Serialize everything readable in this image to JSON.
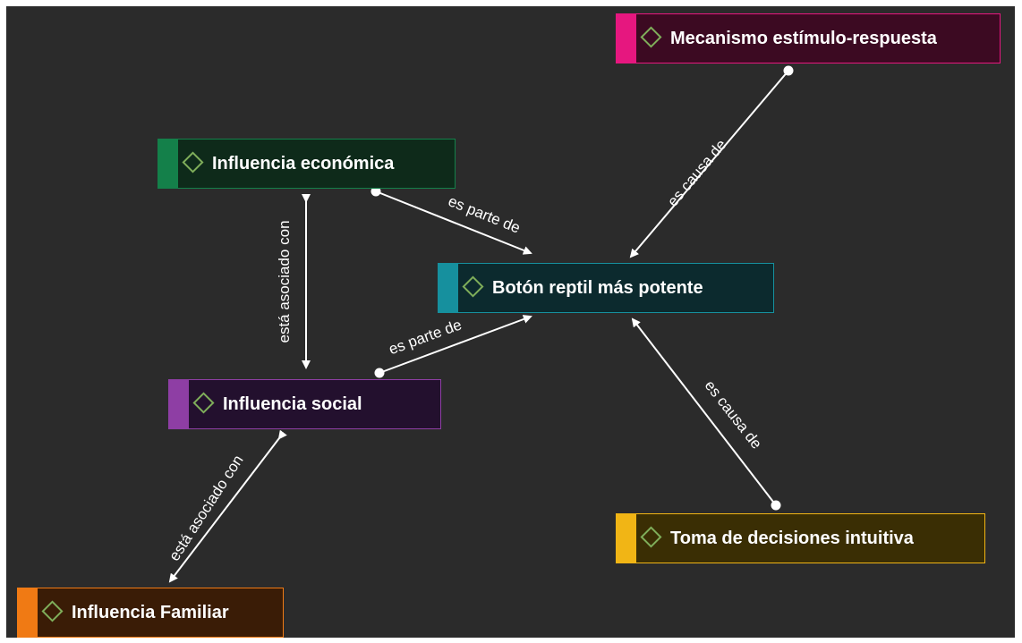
{
  "nodes": [
    {
      "id": "mecanismo",
      "label": "Mecanismo estímulo-respuesta",
      "color": "#e6177f",
      "fill": "#3c0a22"
    },
    {
      "id": "economica",
      "label": "Influencia económica",
      "color": "#14804a",
      "fill": "#0e2a1a"
    },
    {
      "id": "boton",
      "label": "Botón reptil más potente",
      "color": "#16909e",
      "fill": "#0c2a2e"
    },
    {
      "id": "social",
      "label": "Influencia social",
      "color": "#8e3ea4",
      "fill": "#23102e"
    },
    {
      "id": "toma",
      "label": "Toma de decisiones intuitiva",
      "color": "#f1b515",
      "fill": "#3a2e04"
    },
    {
      "id": "familiar",
      "label": "Influencia Familiar",
      "color": "#f07a14",
      "fill": "#3a1c06"
    }
  ],
  "edges": [
    {
      "id": "mecanismo-boton",
      "label": "es causa de"
    },
    {
      "id": "economica-boton",
      "label": "es parte de"
    },
    {
      "id": "social-boton",
      "label": "es parte de"
    },
    {
      "id": "toma-boton",
      "label": "es causa de"
    },
    {
      "id": "economica-social",
      "label": "está asociado con"
    },
    {
      "id": "social-familiar",
      "label": "está asociado con"
    }
  ]
}
